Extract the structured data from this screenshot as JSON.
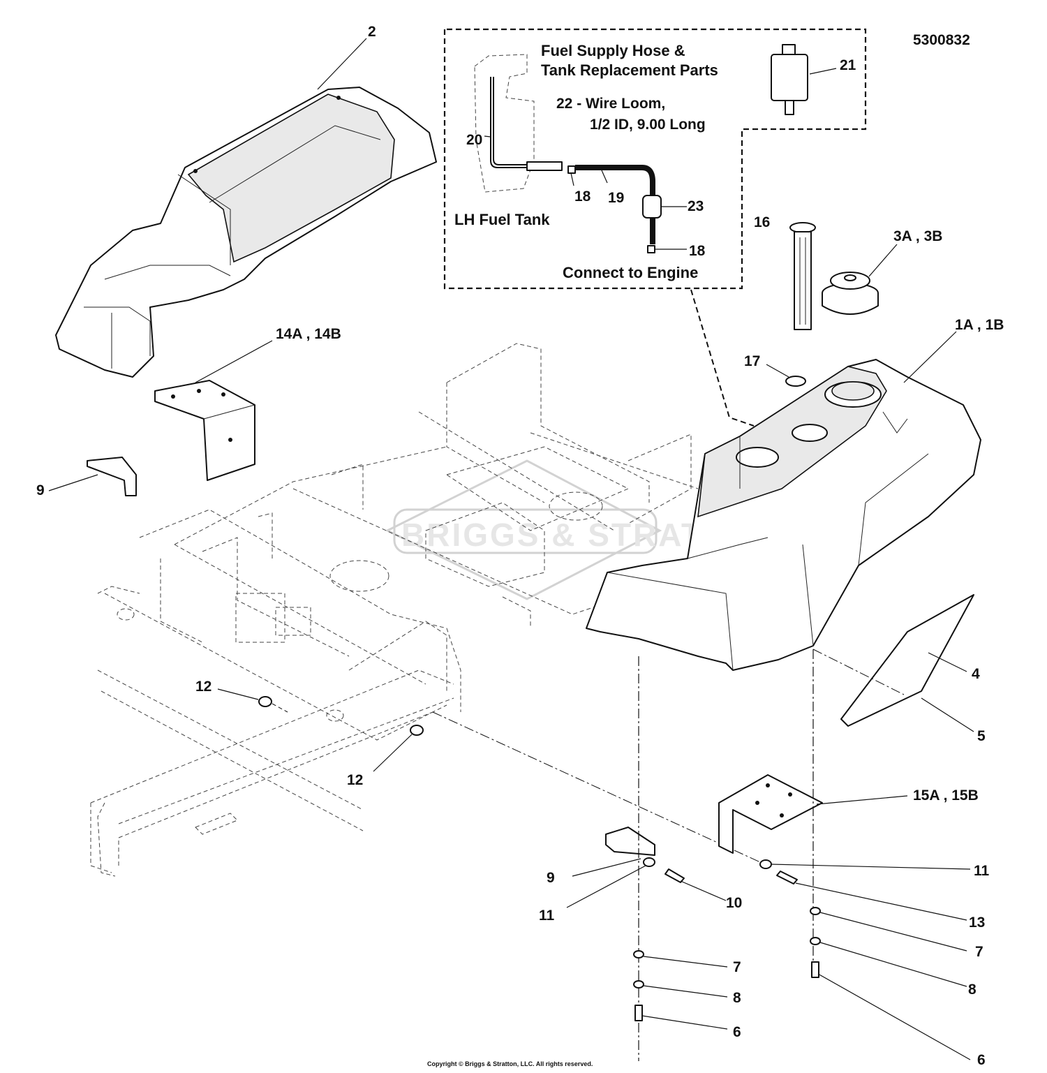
{
  "diagram_id": "5300832",
  "inset": {
    "title_line1": "Fuel Supply Hose &",
    "title_line2": "Tank Replacement Parts",
    "wire_loom_line1": "22 - Wire Loom,",
    "wire_loom_line2": "1/2 ID, 9.00 Long",
    "lh_tank": "LH Fuel Tank",
    "connect": "Connect to Engine"
  },
  "watermark": "BRIGGS & STRATTON",
  "copyright": "Copyright © Briggs & Stratton, LLC. All rights reserved.",
  "callouts": {
    "c2": "2",
    "c21": "21",
    "c20": "20",
    "c18a": "18",
    "c19": "19",
    "c23": "23",
    "c18b": "18",
    "c16": "16",
    "c3": "3A , 3B",
    "c1": "1A , 1B",
    "c17": "17",
    "c14": "14A , 14B",
    "c9a": "9",
    "c12a": "12",
    "c12b": "12",
    "c4": "4",
    "c5": "5",
    "c15": "15A , 15B",
    "c9b": "9",
    "c11a": "11",
    "c10": "10",
    "c11b": "11",
    "c13": "13",
    "c7a": "7",
    "c7b": "7",
    "c8a": "8",
    "c8b": "8",
    "c6a": "6",
    "c6b": "6"
  }
}
